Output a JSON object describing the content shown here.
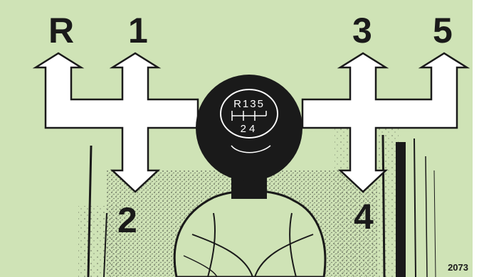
{
  "diagram": {
    "gear_labels": {
      "reverse": "R",
      "first": "1",
      "second": "2",
      "third": "3",
      "fourth": "4",
      "fifth": "5"
    },
    "knob_pattern": {
      "top": "R135",
      "bottom": "24"
    },
    "figure_number": "2073",
    "colors": {
      "background": "#cfe3b6",
      "ink": "#1a1a1a",
      "arrow_fill": "#ffffff"
    }
  }
}
